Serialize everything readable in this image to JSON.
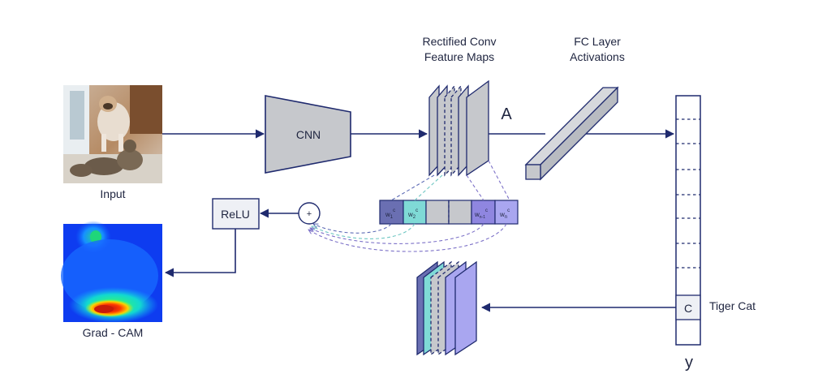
{
  "colors": {
    "line": "#1f2a6e",
    "gray_fill": "#c7c9ce",
    "purple_dark": "#6a6fb2",
    "teal": "#7fdad6",
    "lavender": "#a9a6f0",
    "violet": "#8f86e0",
    "dashed_purple": "#7d72c8",
    "dashed_teal": "#6fc7c3",
    "dashed_blue": "#5d6bb5"
  },
  "nodes": {
    "input": {
      "label": "Input",
      "image": "photo of a bulldog standing behind two tabby cats on a floor"
    },
    "cnn": {
      "label": "CNN"
    },
    "feature_maps": {
      "title_line1": "Rectified Conv",
      "title_line2": "Feature Maps",
      "symbol": "A"
    },
    "fc": {
      "title_line1": "FC Layer",
      "title_line2": "Activations"
    },
    "weights": {
      "cells": [
        {
          "base": "w",
          "sub": "1",
          "sup": "c"
        },
        {
          "base": "w",
          "sub": "2",
          "sup": "c"
        },
        {
          "base": "",
          "sub": "",
          "sup": ""
        },
        {
          "base": "",
          "sub": "",
          "sup": ""
        },
        {
          "base": "w",
          "sub": "n-1",
          "sup": "c"
        },
        {
          "base": "w",
          "sub": "n",
          "sup": "c"
        }
      ]
    },
    "sum": {
      "symbol": "+"
    },
    "relu": {
      "label": "ReLU"
    },
    "gradcam": {
      "label": "Grad - CAM",
      "image": "heatmap: blue background, green blobs, red-yellow hotspot at lower center"
    },
    "output": {
      "cell_label": "C",
      "class_label": "Tiger Cat",
      "symbol": "y"
    }
  }
}
